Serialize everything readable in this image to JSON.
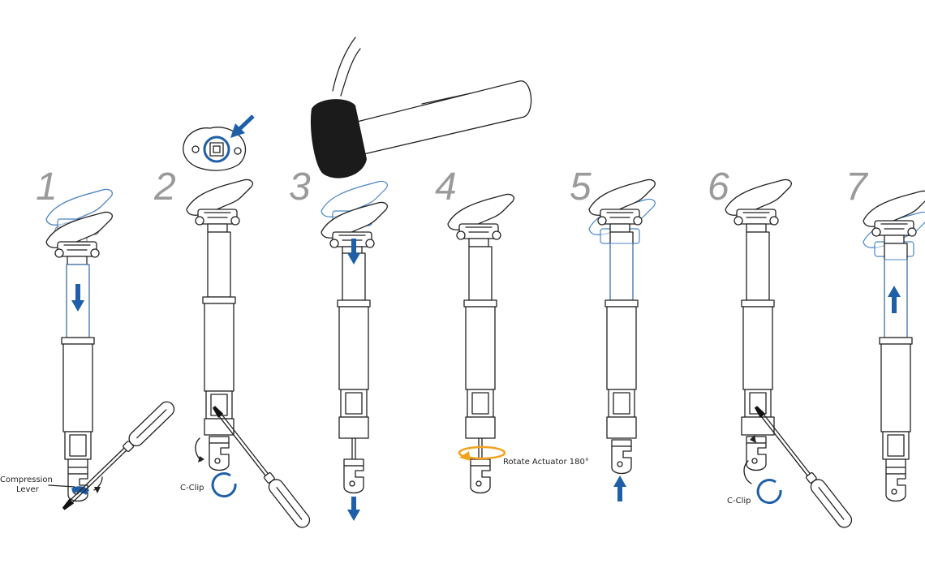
{
  "steps": [
    "1",
    "2",
    "3",
    "4",
    "5",
    "6",
    "7"
  ],
  "labels": {
    "compression_lever": [
      "Compression",
      "Lever"
    ],
    "c_clip_step2": "C-Clip",
    "rotate_actuator": "Rotate Actuator 180°",
    "c_clip_step6": "C-Clip"
  },
  "colors": {
    "accent_blue": "#1f5fa8",
    "ghost_blue": "#4a86c8",
    "orange": "#f2a21b",
    "step_grey": "#9a9a9a",
    "line": "#222222"
  },
  "icons": [
    "hammer-icon",
    "screwdriver-icon",
    "arrow-down-icon",
    "arrow-up-icon",
    "rotate-arrow-icon",
    "c-clip-icon"
  ]
}
